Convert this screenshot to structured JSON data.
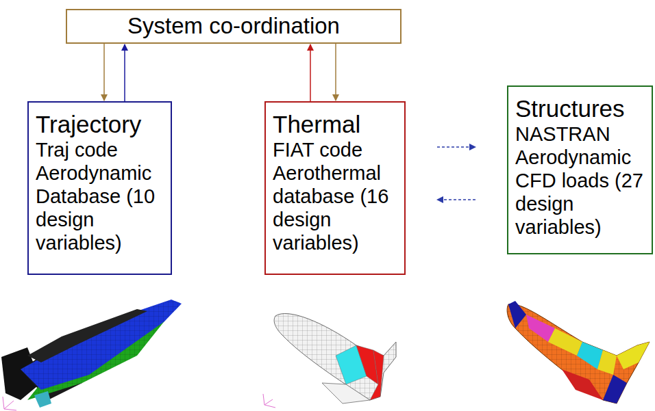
{
  "diagram": {
    "nodes": [
      {
        "text": [
          "System co-ordination"
        ]
      },
      {
        "text": [
          "Trajectory",
          "Traj code Aerodynamic Database (10 design variables)"
        ]
      },
      {
        "text": [
          "Thermal",
          "FIAT code Aerothermal database (16 design variables)"
        ]
      },
      {
        "text": [
          "Structures",
          "NASTRAN Aerodynamic CFD loads (27 design variables)"
        ]
      }
    ],
    "edges": [
      {
        "from": 0,
        "to": 1,
        "arrow": "to"
      },
      {
        "from": 1,
        "to": 0,
        "arrow": "to"
      },
      {
        "from": 2,
        "to": 0,
        "arrow": "to"
      },
      {
        "from": 0,
        "to": 2,
        "arrow": "to"
      },
      {
        "from": 2,
        "to": 3,
        "arrow": "to"
      },
      {
        "from": 3,
        "to": 2,
        "arrow": "to"
      }
    ]
  }
}
